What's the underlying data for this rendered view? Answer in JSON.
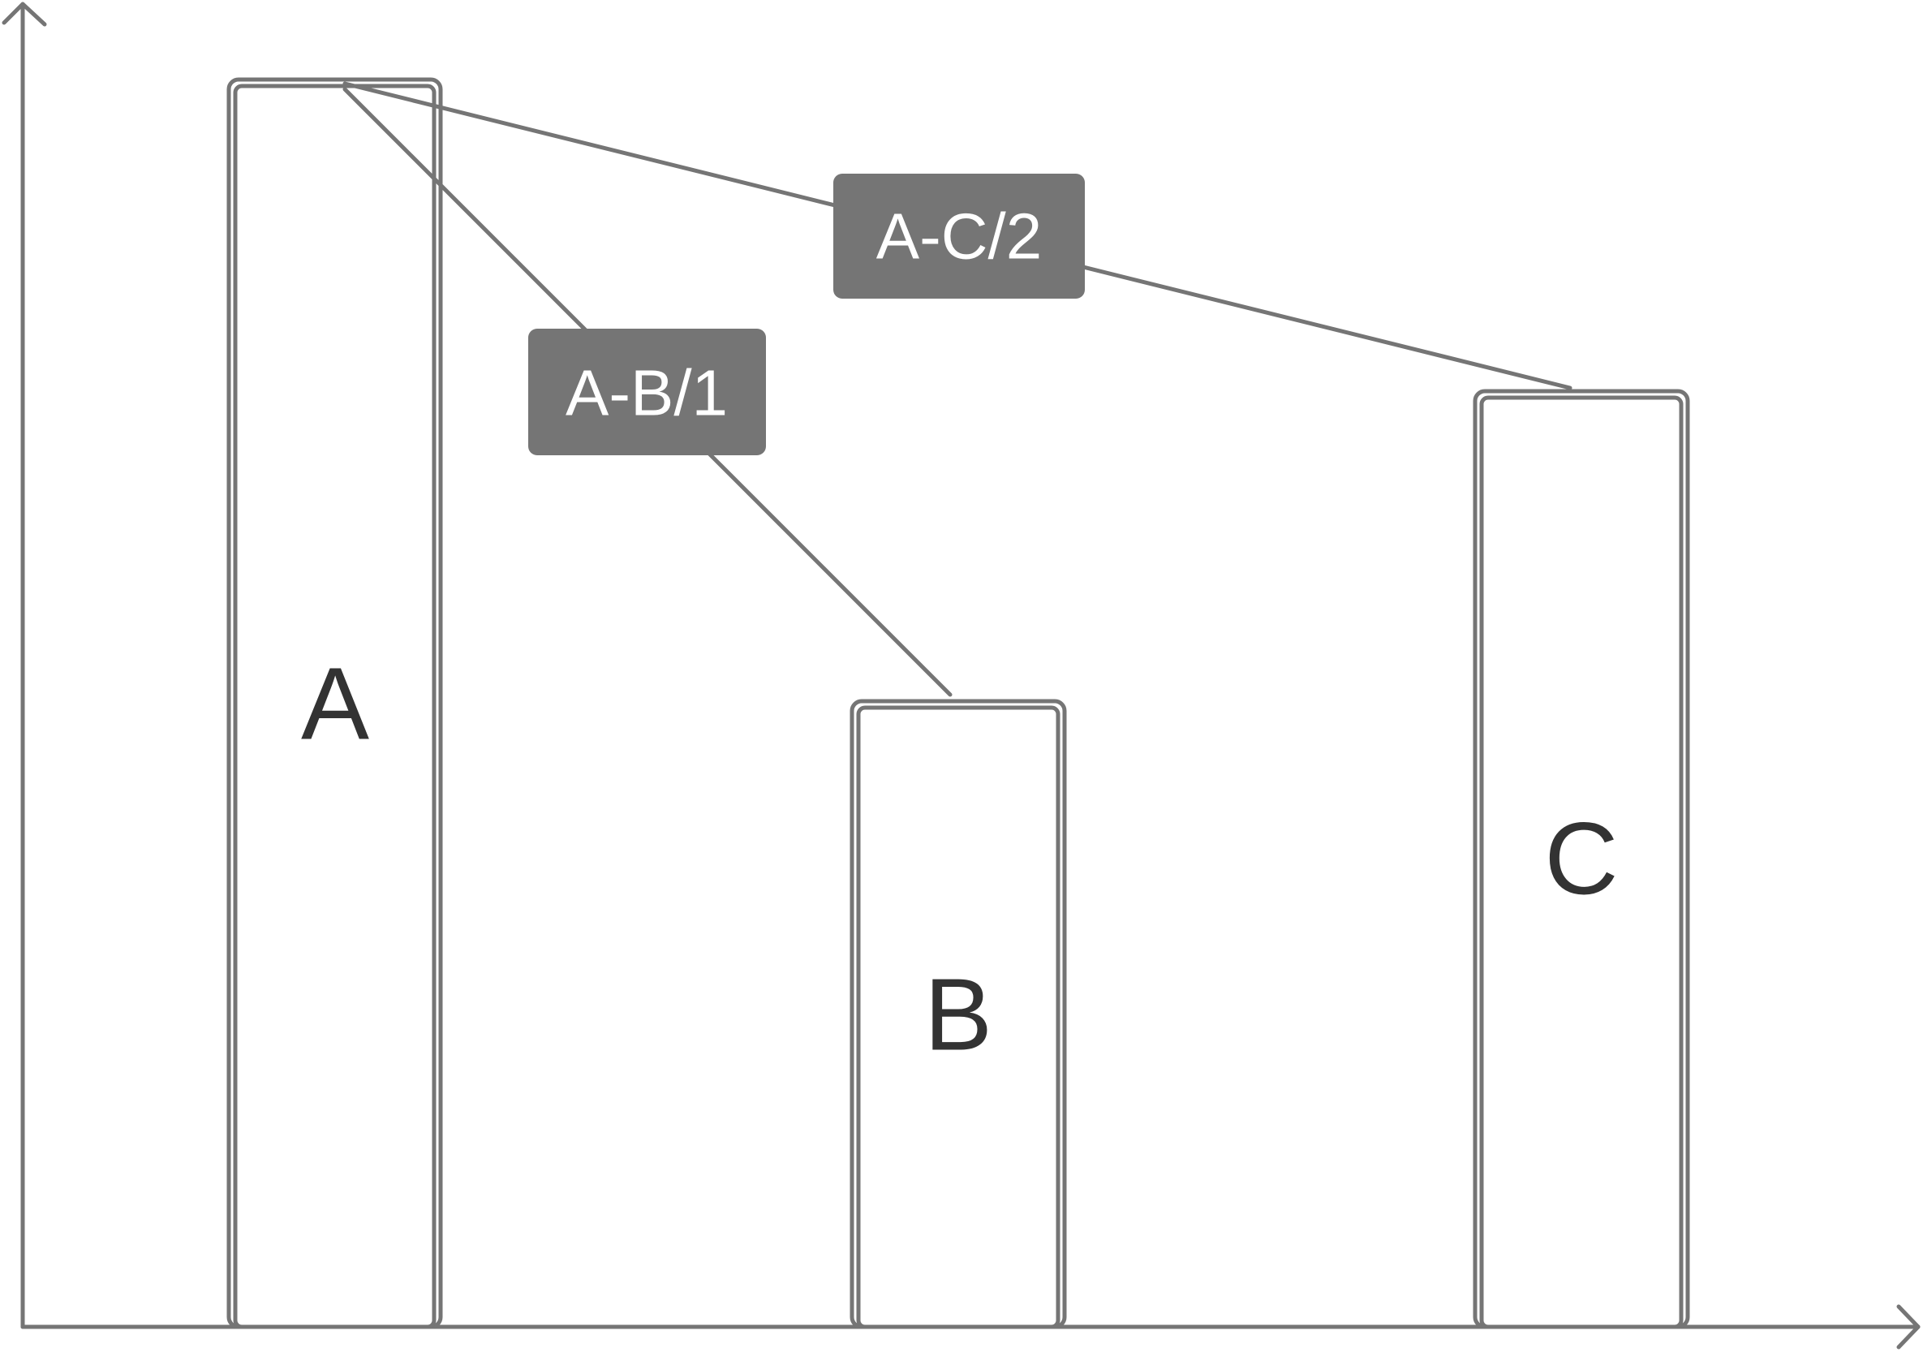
{
  "diagram": {
    "bars": [
      {
        "id": "a",
        "label": "A",
        "value": 1
      },
      {
        "id": "b",
        "label": "B",
        "value": 0.504
      },
      {
        "id": "c",
        "label": "C",
        "value": 0.752
      }
    ],
    "connections": [
      {
        "id": "a-b",
        "from": "A",
        "to": "B",
        "label": "A-B/1"
      },
      {
        "id": "a-c",
        "from": "A",
        "to": "C",
        "label": "A-C/2"
      }
    ]
  },
  "colors": {
    "stroke": "#757575",
    "tag_fill": "#757575",
    "tag_text": "#ffffff",
    "bar_text": "#333333",
    "background": "#ffffff"
  }
}
